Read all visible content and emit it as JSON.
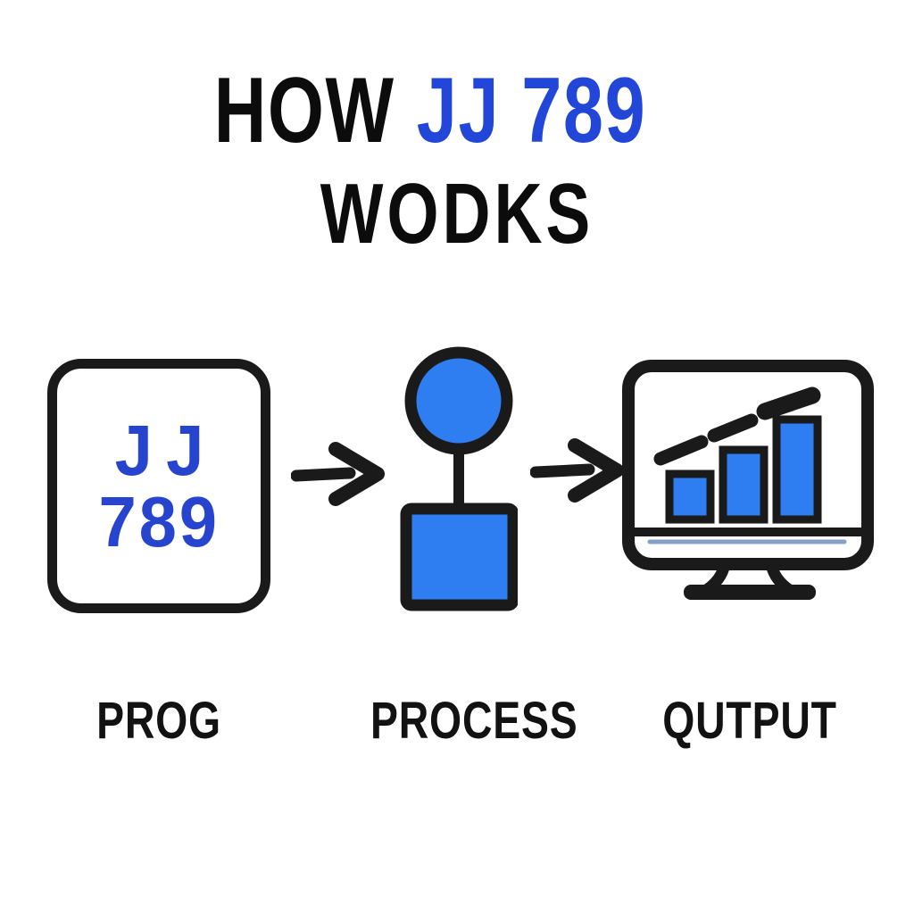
{
  "title": {
    "line1_black": "HOW",
    "line1_blue": "JJ 789",
    "line2": "WODKS"
  },
  "colors": {
    "background": "#ffffff",
    "title_blue": "#2146d8",
    "text_blue": "#2744cf",
    "shape_blue": "#2e7ef2",
    "outline": "#1a1a1a",
    "label_color": "#121212"
  },
  "steps": [
    {
      "id": "prog",
      "label": "PROG",
      "icon": "jj789-box-icon",
      "box_line1": "JJ",
      "box_line2": "789"
    },
    {
      "id": "process",
      "label": "PROCESS",
      "icon": "circle-square-flowchart-icon"
    },
    {
      "id": "output",
      "label": "QUTPUT",
      "icon": "monitor-bar-chart-icon"
    }
  ],
  "arrows": [
    {
      "icon": "right-arrow-icon"
    },
    {
      "icon": "right-arrow-icon"
    }
  ]
}
